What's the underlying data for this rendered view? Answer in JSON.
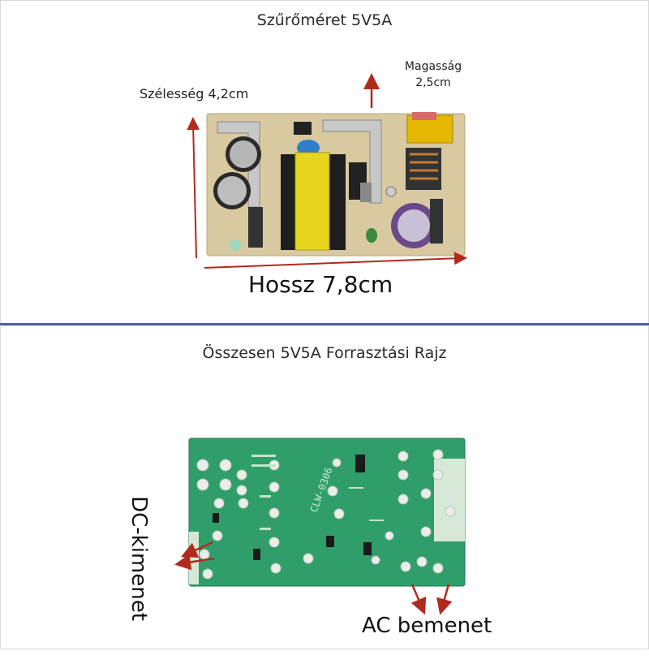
{
  "top_section": {
    "title": "Szűrőméret 5V5A",
    "width_label": "Szélesség 4,2cm",
    "height_label_line1": "Magasság",
    "height_label_line2": "2,5cm",
    "length_label": "Hossz 7,8cm"
  },
  "bottom_section": {
    "title": "Összesen 5V5A Forrasztási Rajz",
    "dc_output_label": "DC-kimenet",
    "ac_input_label": "AC bemenet",
    "board_marking": "CLW-0306"
  },
  "colors": {
    "arrow": "#b02a1e",
    "divider": "#4a5f96",
    "pcb_green": "#2f9e6a",
    "pcb_beige": "#d9c9a0",
    "transformer_yellow": "#e8d51e"
  }
}
